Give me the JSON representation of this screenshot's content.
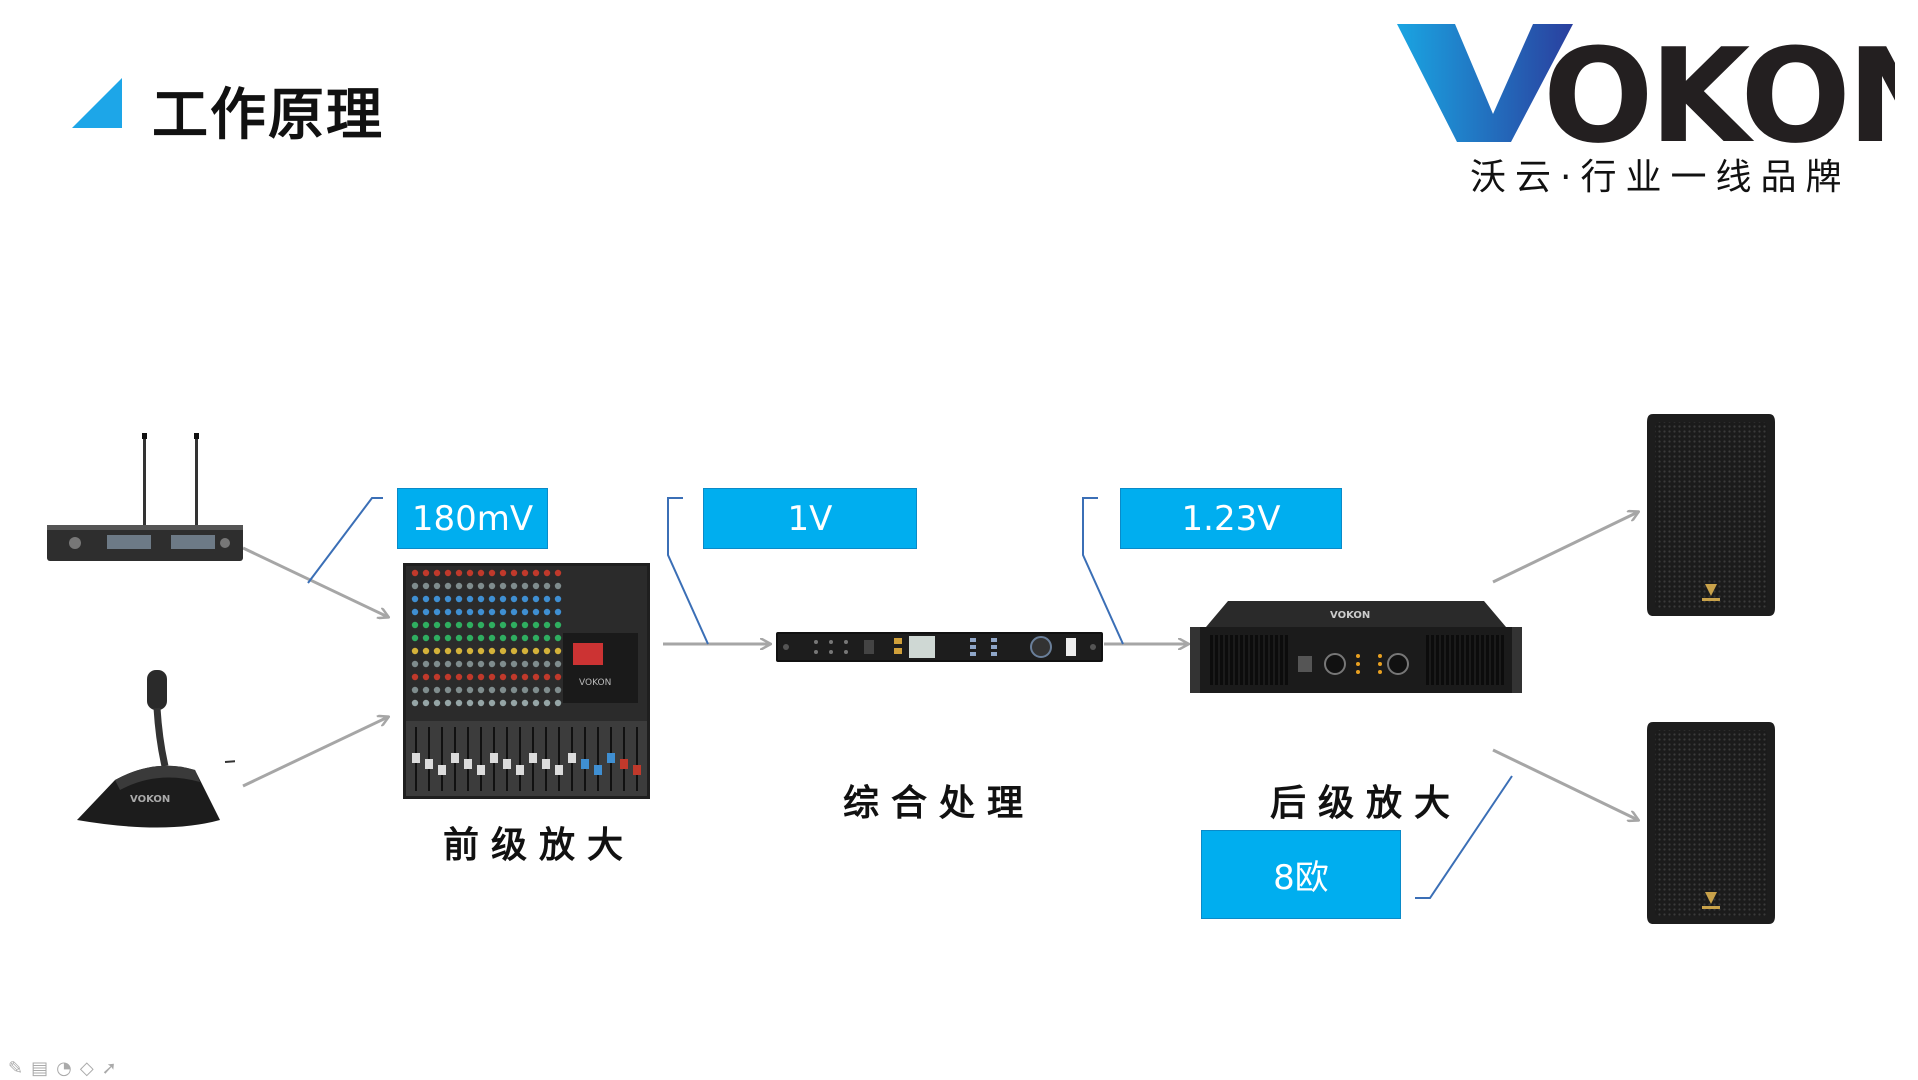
{
  "header": {
    "title": "工作原理"
  },
  "brand": {
    "logo_text": "VOKON",
    "tagline": "沃云·行业一线品牌"
  },
  "signal_levels": {
    "preamp_in": "180mV",
    "processor_in": "1V",
    "amp_in": "1.23V",
    "speaker_impedance": "8欧"
  },
  "stages": {
    "preamp": "前级放大",
    "processor": "综合处理",
    "power_amp": "后级放大"
  },
  "devices": {
    "mixer_brand": "VOKON",
    "amp_brand": "VOKON",
    "mic_brand": "VOKON"
  },
  "colors": {
    "accent": "#00aeef",
    "arrow": "#a6a6a6",
    "callout_line": "#3b6fb6"
  },
  "icons": [
    "pen-icon",
    "slides-icon",
    "eraser-icon",
    "tag-icon",
    "pointer-icon"
  ]
}
